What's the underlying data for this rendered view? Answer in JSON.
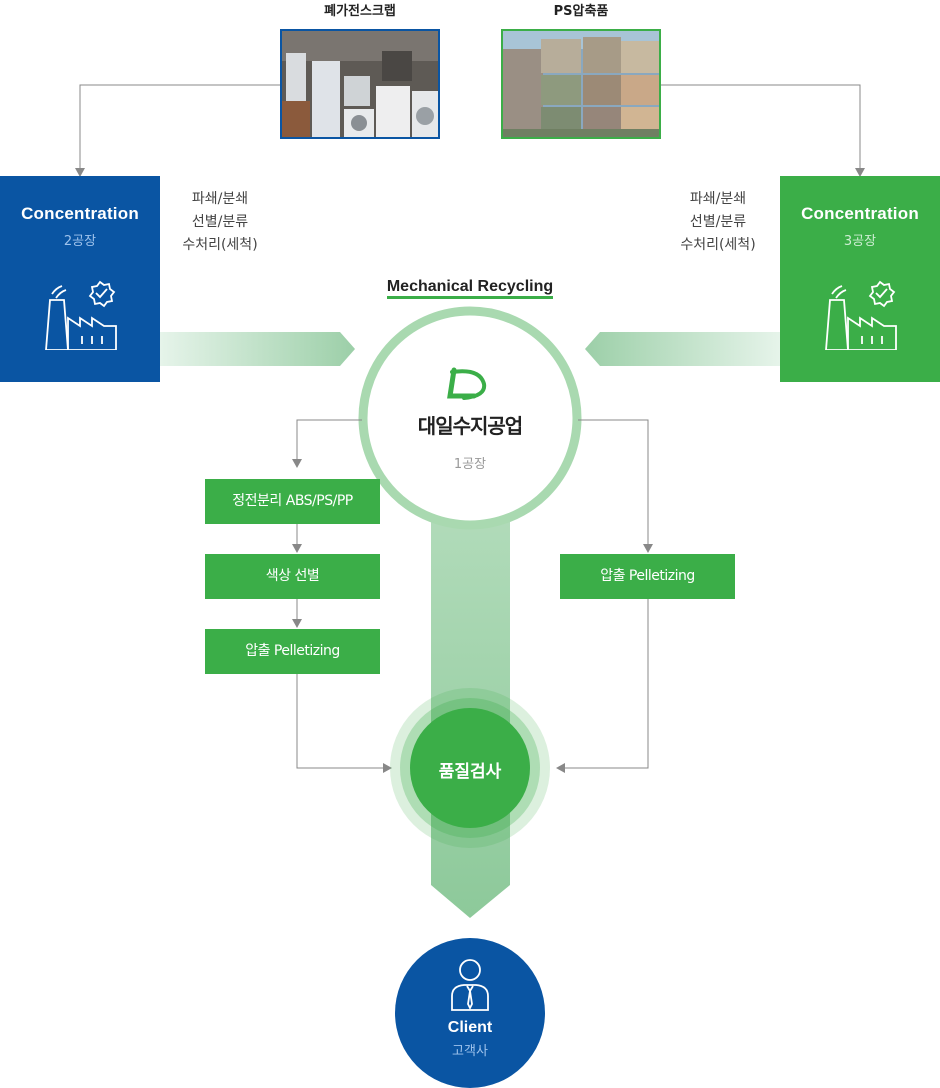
{
  "sources": {
    "left": {
      "label": "폐가전스크랩",
      "image": "appliance-scrap-photo"
    },
    "right": {
      "label": "PS압축품",
      "image": "ps-compressed-bales-photo"
    }
  },
  "plants": {
    "left": {
      "title": "Concentration",
      "subtitle": "2공장",
      "color": "#0a55a3",
      "icon": "factory-check-icon"
    },
    "right": {
      "title": "Concentration",
      "subtitle": "3공장",
      "color": "#3bae48",
      "icon": "factory-check-icon"
    }
  },
  "processes": {
    "left": [
      "파쇄/분쇄",
      "선별/분류",
      "수처리(세척)"
    ],
    "right": [
      "파쇄/분쇄",
      "선별/분류",
      "수처리(세척)"
    ]
  },
  "hub": {
    "heading": "Mechanical Recycling",
    "company": "대일수지공업",
    "plant": "1공장",
    "logo": "dl-logo-icon"
  },
  "flow": {
    "left_steps": [
      "정전분리 ABS/PS/PP",
      "색상 선별",
      "압출 Pelletizing"
    ],
    "right_steps": [
      "압출 Pelletizing"
    ],
    "quality": "품질검사"
  },
  "client": {
    "title": "Client",
    "subtitle": "고객사",
    "icon": "person-icon"
  },
  "colors": {
    "blue": "#0a55a3",
    "green": "#3bae48",
    "light_green": "#a9d9b0",
    "line_gray": "#888888"
  }
}
